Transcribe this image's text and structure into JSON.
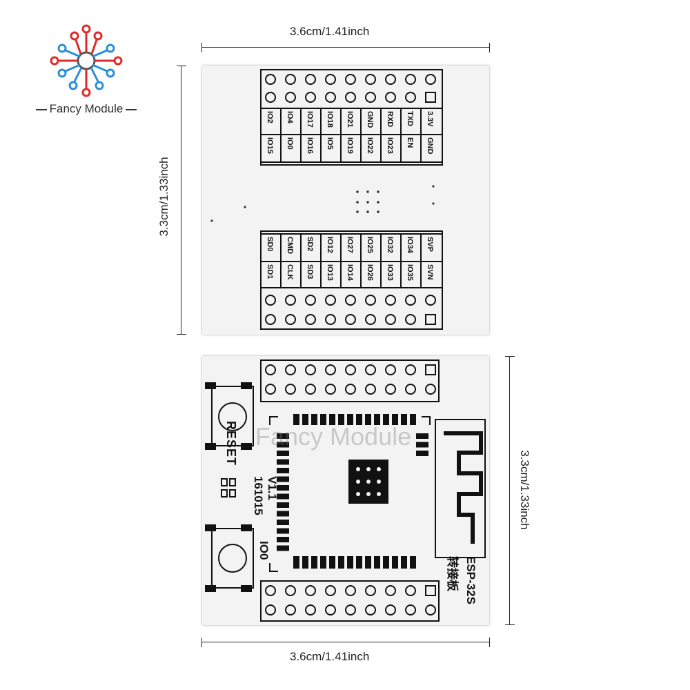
{
  "logo": {
    "brand": "Fancy Module"
  },
  "dimensions": {
    "top_width": "3.6cm/1.41inch",
    "top_height": "3.3cm/1.33inch",
    "bottom_width": "3.6cm/1.41inch",
    "bottom_height": "3.3cm/1.33inch"
  },
  "top_board": {
    "header_row_1": [
      "IO2",
      "IO4",
      "IO17",
      "IO18",
      "IO21",
      "GND",
      "RXD",
      "TXD",
      "3.3V"
    ],
    "header_row_2": [
      "IO15",
      "IO0",
      "IO16",
      "IO5",
      "IO19",
      "IO22",
      "IO23",
      "EN",
      "GND"
    ],
    "footer_row_1": [
      "SD0",
      "CMD",
      "SD2",
      "IO12",
      "IO27",
      "IO25",
      "IO32",
      "IO34",
      "SVP"
    ],
    "footer_row_2": [
      "SD1",
      "CLK",
      "SD3",
      "IO13",
      "IO14",
      "IO26",
      "IO33",
      "IO35",
      "SVN"
    ]
  },
  "bottom_board": {
    "reset_label": "RESET",
    "io0_label": "IO0",
    "version": "V1.1",
    "date": "161015",
    "module_label": "ESP-32S",
    "chinese_label": "转接板"
  },
  "watermark": "Fancy Module",
  "colors": {
    "logo_red": "#e02a2a",
    "logo_blue": "#2b8fd6",
    "pcb_white": "#f3f3f3",
    "silkscreen_black": "#111111"
  }
}
